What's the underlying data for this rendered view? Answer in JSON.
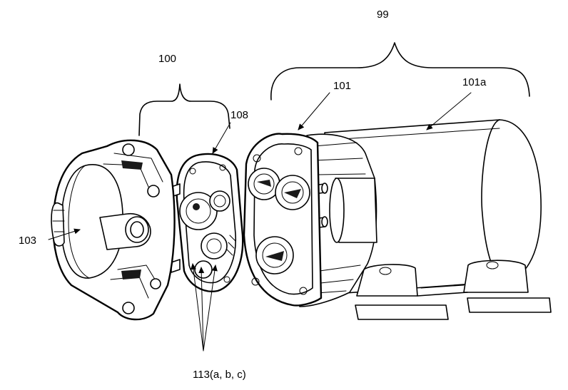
{
  "figure": {
    "labels": {
      "assembly": "99",
      "pump_head": "100",
      "motor_end": "101",
      "motor_housing": "101a",
      "cover": "103",
      "valve_plate": "108",
      "valves": "113(a, b, c)"
    },
    "colors": {
      "ink": "#000000",
      "background": "#ffffff"
    }
  }
}
